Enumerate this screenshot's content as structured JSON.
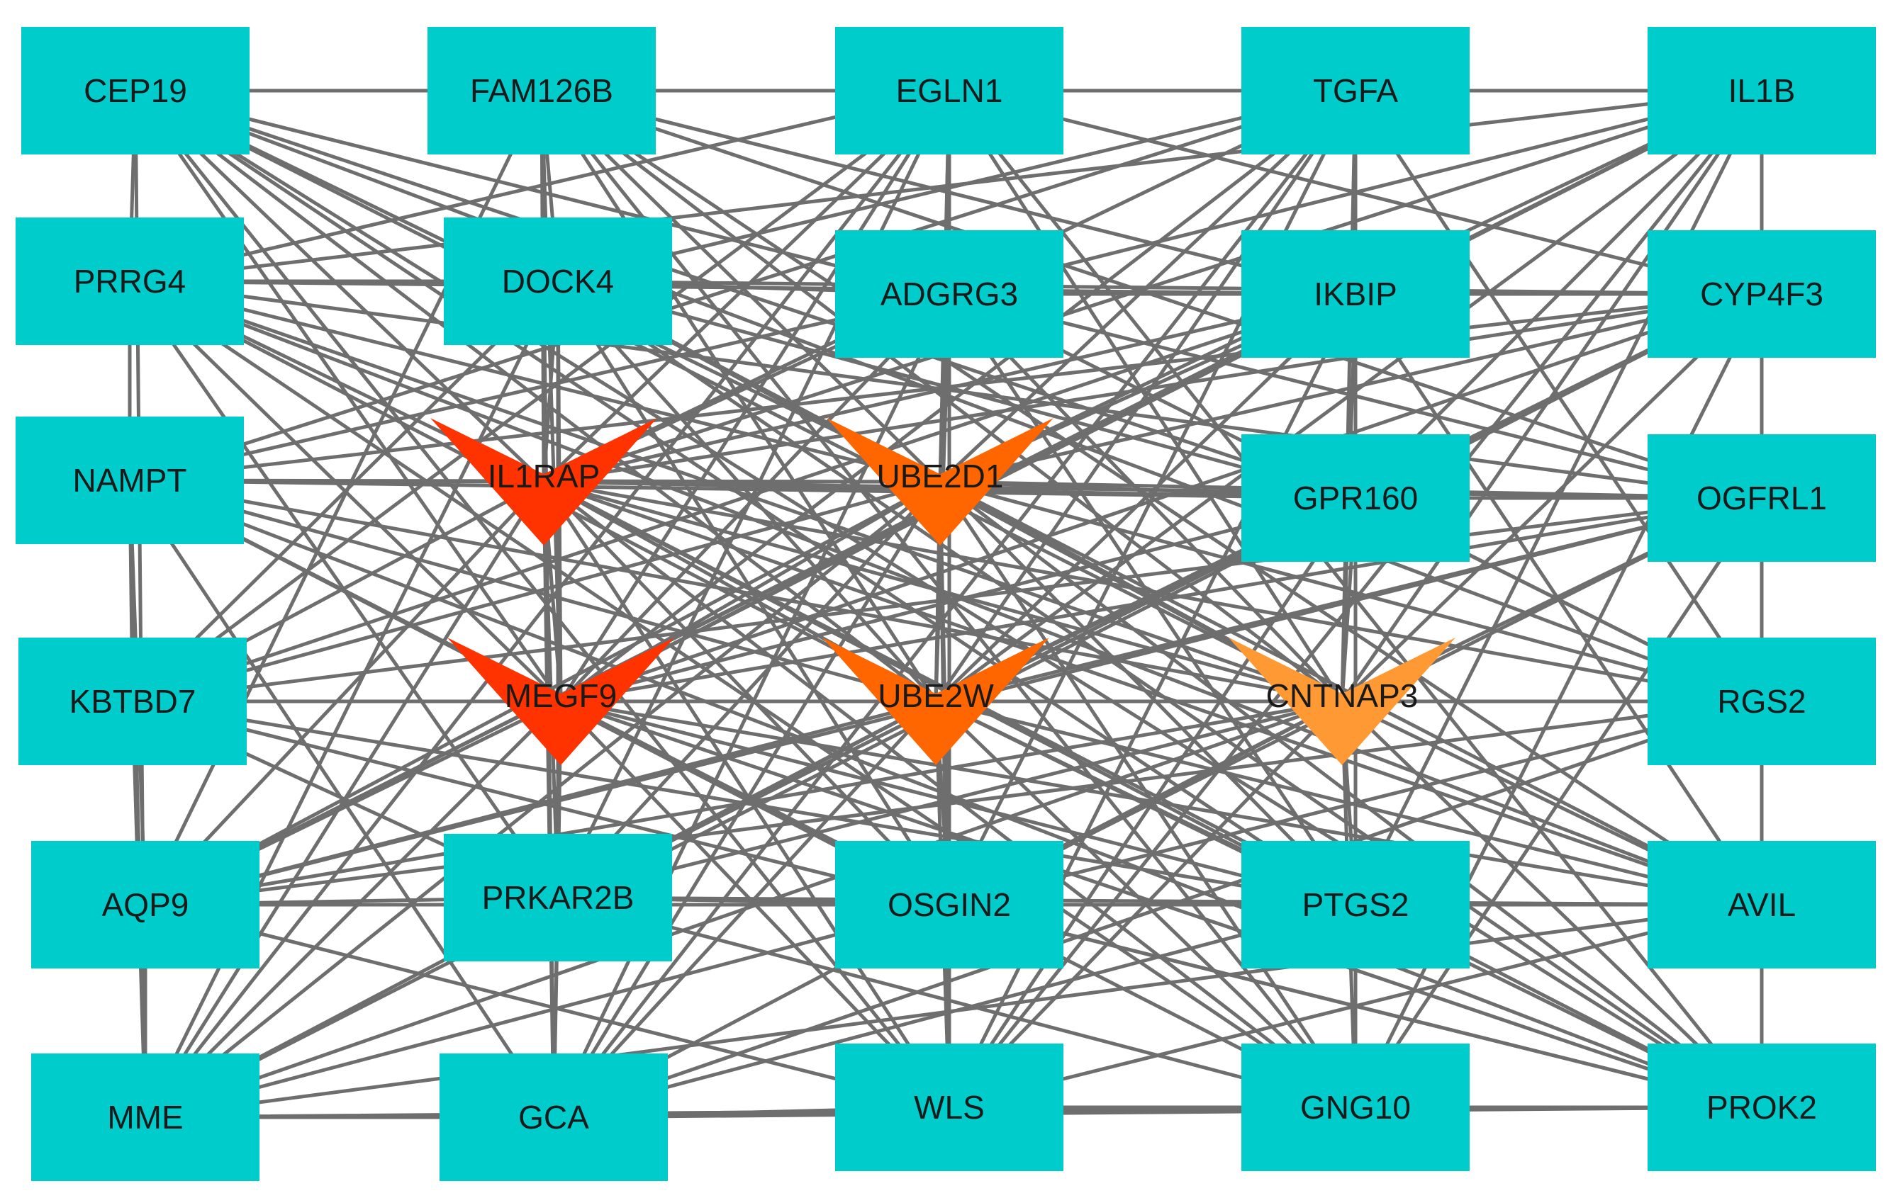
{
  "colors": {
    "square_node": "#00CCCC",
    "edge": "#6e6e6e",
    "hub_high": "#FF3300",
    "hub_mid": "#FF6600",
    "hub_low": "#FF9933"
  },
  "nodes": [
    {
      "id": "CEP19",
      "label": "CEP19",
      "shape": "rect",
      "color": "#00CCCC"
    },
    {
      "id": "FAM126B",
      "label": "FAM126B",
      "shape": "rect",
      "color": "#00CCCC"
    },
    {
      "id": "EGLN1",
      "label": "EGLN1",
      "shape": "rect",
      "color": "#00CCCC"
    },
    {
      "id": "TGFA",
      "label": "TGFA",
      "shape": "rect",
      "color": "#00CCCC"
    },
    {
      "id": "IL1B",
      "label": "IL1B",
      "shape": "rect",
      "color": "#00CCCC"
    },
    {
      "id": "PRRG4",
      "label": "PRRG4",
      "shape": "rect",
      "color": "#00CCCC"
    },
    {
      "id": "DOCK4",
      "label": "DOCK4",
      "shape": "rect",
      "color": "#00CCCC"
    },
    {
      "id": "ADGRG3",
      "label": "ADGRG3",
      "shape": "rect",
      "color": "#00CCCC"
    },
    {
      "id": "IKBIP",
      "label": "IKBIP",
      "shape": "rect",
      "color": "#00CCCC"
    },
    {
      "id": "CYP4F3",
      "label": "CYP4F3",
      "shape": "rect",
      "color": "#00CCCC"
    },
    {
      "id": "NAMPT",
      "label": "NAMPT",
      "shape": "rect",
      "color": "#00CCCC"
    },
    {
      "id": "IL1RAP",
      "label": "IL1RAP",
      "shape": "v",
      "color": "#FF3300"
    },
    {
      "id": "UBE2D1",
      "label": "UBE2D1",
      "shape": "v",
      "color": "#FF6600"
    },
    {
      "id": "GPR160",
      "label": "GPR160",
      "shape": "rect",
      "color": "#00CCCC"
    },
    {
      "id": "OGFRL1",
      "label": "OGFRL1",
      "shape": "rect",
      "color": "#00CCCC"
    },
    {
      "id": "KBTBD7",
      "label": "KBTBD7",
      "shape": "rect",
      "color": "#00CCCC"
    },
    {
      "id": "MEGF9",
      "label": "MEGF9",
      "shape": "v",
      "color": "#FF3300"
    },
    {
      "id": "UBE2W",
      "label": "UBE2W",
      "shape": "v",
      "color": "#FF6600"
    },
    {
      "id": "CNTNAP3",
      "label": "CNTNAP3",
      "shape": "v",
      "color": "#FF9933"
    },
    {
      "id": "RGS2",
      "label": "RGS2",
      "shape": "rect",
      "color": "#00CCCC"
    },
    {
      "id": "AQP9",
      "label": "AQP9",
      "shape": "rect",
      "color": "#00CCCC"
    },
    {
      "id": "PRKAR2B",
      "label": "PRKAR2B",
      "shape": "rect",
      "color": "#00CCCC"
    },
    {
      "id": "OSGIN2",
      "label": "OSGIN2",
      "shape": "rect",
      "color": "#00CCCC"
    },
    {
      "id": "PTGS2",
      "label": "PTGS2",
      "shape": "rect",
      "color": "#00CCCC"
    },
    {
      "id": "AVIL",
      "label": "AVIL",
      "shape": "rect",
      "color": "#00CCCC"
    },
    {
      "id": "MME",
      "label": "MME",
      "shape": "rect",
      "color": "#00CCCC"
    },
    {
      "id": "GCA",
      "label": "GCA",
      "shape": "rect",
      "color": "#00CCCC"
    },
    {
      "id": "WLS",
      "label": "WLS",
      "shape": "rect",
      "color": "#00CCCC"
    },
    {
      "id": "GNG10",
      "label": "GNG10",
      "shape": "rect",
      "color": "#00CCCC"
    },
    {
      "id": "PROK2",
      "label": "PROK2",
      "shape": "rect",
      "color": "#00CCCC"
    }
  ]
}
